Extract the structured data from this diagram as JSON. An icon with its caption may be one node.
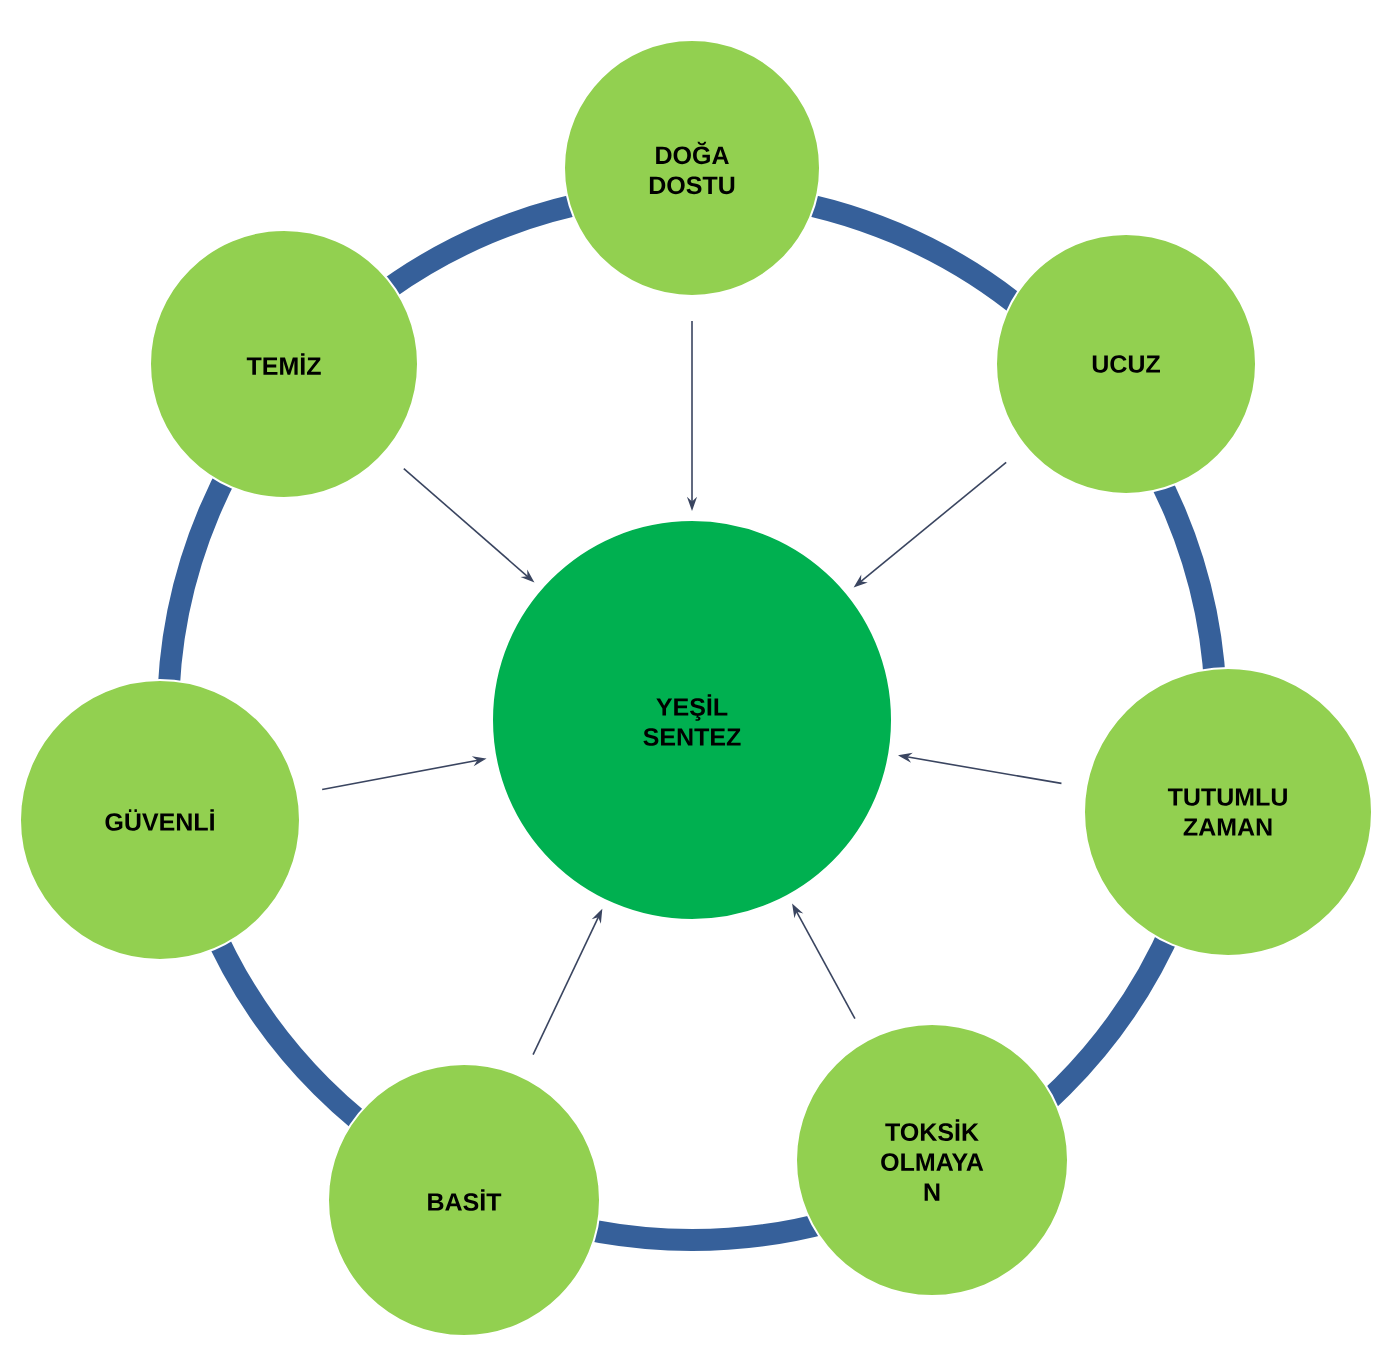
{
  "diagram": {
    "nodes": [
      {
        "text": [
          "DOĞA DOSTU"
        ]
      },
      {
        "text": [
          "TEMİZ"
        ]
      },
      {
        "text": [
          "UCUZ"
        ]
      },
      {
        "text": [
          "YEŞİL SENTEZ"
        ]
      },
      {
        "text": [
          "GÜVENLİ"
        ]
      },
      {
        "text": [
          "TUTUMLU ZAMAN"
        ]
      },
      {
        "text": [
          "TOKSİK OLMAYA N"
        ]
      },
      {
        "text": [
          "BASİT"
        ]
      }
    ],
    "edges": [
      {
        "from": 0,
        "to": 3,
        "arrow": "to"
      },
      {
        "from": 1,
        "to": 3,
        "arrow": "to"
      },
      {
        "from": 2,
        "to": 3,
        "arrow": "to"
      },
      {
        "from": 4,
        "to": 3,
        "arrow": "to"
      },
      {
        "from": 5,
        "to": 3,
        "arrow": "to"
      },
      {
        "from": 6,
        "to": 3,
        "arrow": "to"
      },
      {
        "from": 7,
        "to": 3,
        "arrow": "to"
      }
    ]
  }
}
